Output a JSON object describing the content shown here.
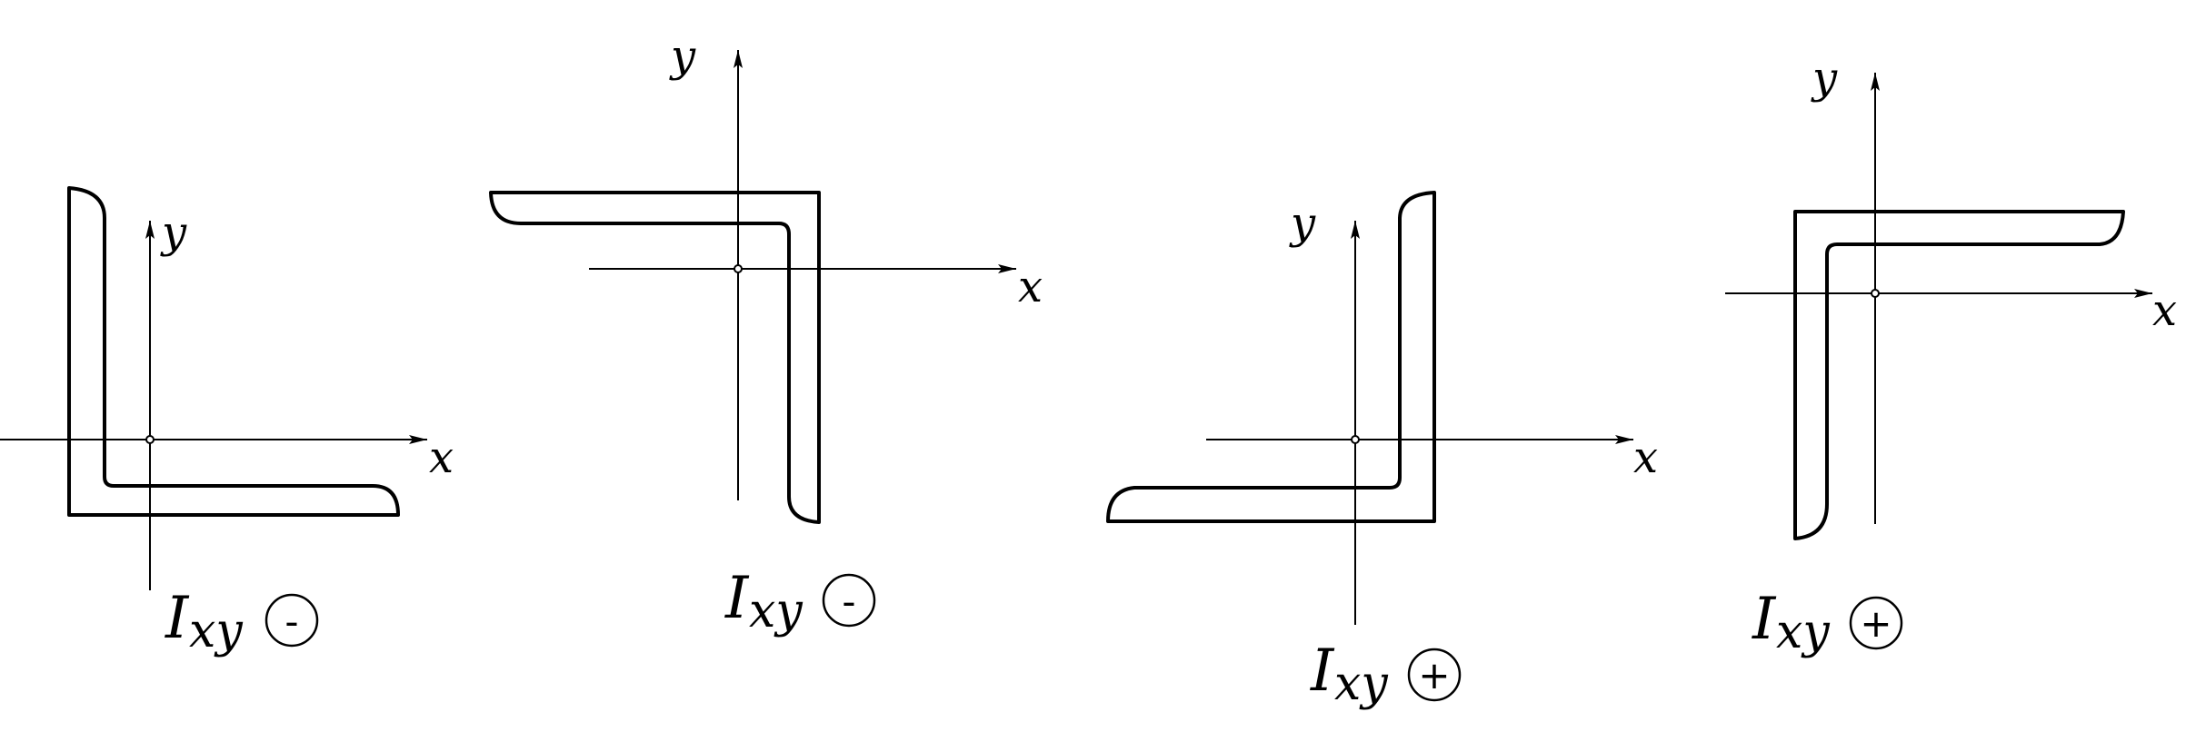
{
  "diagram": {
    "panels": [
      {
        "x_label": "x",
        "y_label": "y",
        "caption_main": "I",
        "caption_sub": "xy",
        "sign": "-"
      },
      {
        "x_label": "x",
        "y_label": "y",
        "caption_main": "I",
        "caption_sub": "xy",
        "sign": "-"
      },
      {
        "x_label": "x",
        "y_label": "y",
        "caption_main": "I",
        "caption_sub": "xy",
        "sign": "+"
      },
      {
        "x_label": "x",
        "y_label": "y",
        "caption_main": "I",
        "caption_sub": "xy",
        "sign": "+"
      }
    ]
  }
}
